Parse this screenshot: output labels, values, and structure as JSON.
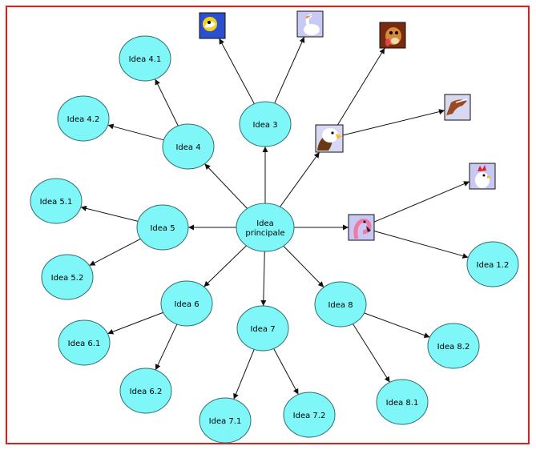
{
  "diagram": {
    "nodes": [
      {
        "id": "center",
        "label": [
          "Idea",
          "principale"
        ]
      },
      {
        "id": "idea3",
        "label": [
          "Idea 3"
        ]
      },
      {
        "id": "idea4",
        "label": [
          "Idea 4"
        ]
      },
      {
        "id": "idea41",
        "label": [
          "Idea 4.1"
        ]
      },
      {
        "id": "idea42",
        "label": [
          "Idea 4.2"
        ]
      },
      {
        "id": "idea5",
        "label": [
          "Idea 5"
        ]
      },
      {
        "id": "idea51",
        "label": [
          "Idea 5.1"
        ]
      },
      {
        "id": "idea52",
        "label": [
          "Idea 5.2"
        ]
      },
      {
        "id": "idea6",
        "label": [
          "Idea 6"
        ]
      },
      {
        "id": "idea61",
        "label": [
          "Idea 6.1"
        ]
      },
      {
        "id": "idea62",
        "label": [
          "Idea 6.2"
        ]
      },
      {
        "id": "idea7",
        "label": [
          "Idea 7"
        ]
      },
      {
        "id": "idea71",
        "label": [
          "Idea 7.1"
        ]
      },
      {
        "id": "idea72",
        "label": [
          "Idea 7.2"
        ]
      },
      {
        "id": "idea8",
        "label": [
          "Idea 8"
        ]
      },
      {
        "id": "idea81",
        "label": [
          "Idea 8.1"
        ]
      },
      {
        "id": "idea82",
        "label": [
          "Idea 8.2"
        ]
      },
      {
        "id": "idea12",
        "label": [
          "Idea 1.2"
        ]
      },
      {
        "id": "img_parrot",
        "icon": "parrot-icon"
      },
      {
        "id": "img_swan",
        "icon": "swan-icon"
      },
      {
        "id": "img_dog",
        "icon": "dog-icon"
      },
      {
        "id": "img_eagle",
        "icon": "eagle-icon"
      },
      {
        "id": "img_crocodile",
        "icon": "crocodile-icon"
      },
      {
        "id": "img_rooster",
        "icon": "rooster-icon"
      },
      {
        "id": "img_flamingo",
        "icon": "flamingo-icon"
      }
    ],
    "edges": [
      {
        "from": "center",
        "to": "idea3"
      },
      {
        "from": "center",
        "to": "idea4"
      },
      {
        "from": "center",
        "to": "idea5"
      },
      {
        "from": "center",
        "to": "idea6"
      },
      {
        "from": "center",
        "to": "idea7"
      },
      {
        "from": "center",
        "to": "idea8"
      },
      {
        "from": "center",
        "to": "img_eagle"
      },
      {
        "from": "center",
        "to": "img_flamingo"
      },
      {
        "from": "idea3",
        "to": "img_parrot"
      },
      {
        "from": "idea3",
        "to": "img_swan"
      },
      {
        "from": "img_eagle",
        "to": "img_dog"
      },
      {
        "from": "img_eagle",
        "to": "img_crocodile"
      },
      {
        "from": "img_flamingo",
        "to": "img_rooster"
      },
      {
        "from": "img_flamingo",
        "to": "idea12"
      },
      {
        "from": "idea4",
        "to": "idea41"
      },
      {
        "from": "idea4",
        "to": "idea42"
      },
      {
        "from": "idea5",
        "to": "idea51"
      },
      {
        "from": "idea5",
        "to": "idea52"
      },
      {
        "from": "idea6",
        "to": "idea61"
      },
      {
        "from": "idea6",
        "to": "idea62"
      },
      {
        "from": "idea7",
        "to": "idea71"
      },
      {
        "from": "idea7",
        "to": "idea72"
      },
      {
        "from": "idea8",
        "to": "idea81"
      },
      {
        "from": "idea8",
        "to": "idea82"
      }
    ],
    "colors": {
      "node_fill": "#7ff6f8",
      "node_stroke": "#2f6f6f",
      "frame_border": "#e21b1b",
      "edge": "#111111"
    }
  }
}
